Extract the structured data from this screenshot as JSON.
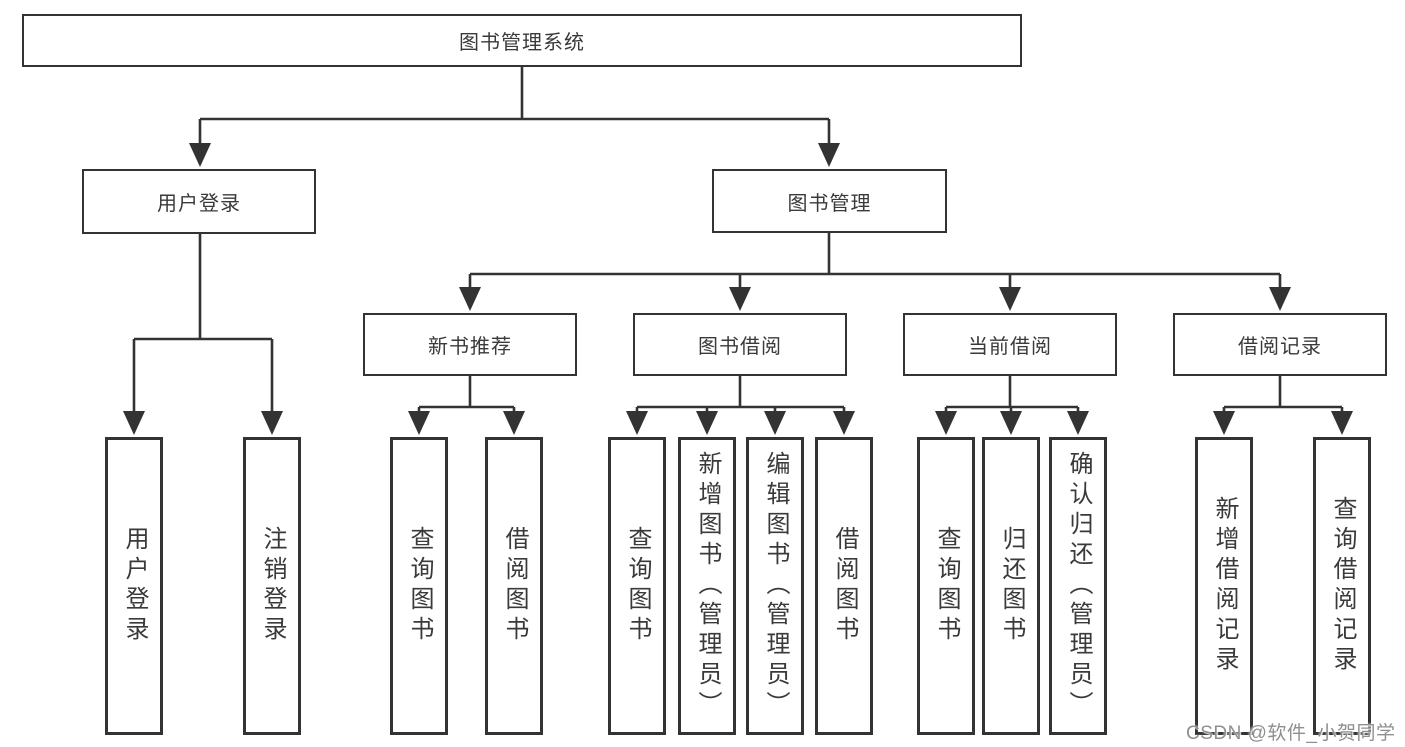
{
  "diagram": {
    "root": {
      "label": "图书管理系统"
    },
    "level2": [
      {
        "label": "用户登录"
      },
      {
        "label": "图书管理"
      }
    ],
    "level3": [
      {
        "label": "新书推荐"
      },
      {
        "label": "图书借阅"
      },
      {
        "label": "当前借阅"
      },
      {
        "label": "借阅记录"
      }
    ],
    "leaves": {
      "user_login": [
        "用户登录",
        "注销登录"
      ],
      "new_books": [
        "查询图书",
        "借阅图书"
      ],
      "book_borrow": [
        "查询图书",
        "新增图书（管理员）",
        "编辑图书（管理员）",
        "借阅图书"
      ],
      "current_borrow": [
        "查询图书",
        "归还图书",
        "确认归还（管理员）"
      ],
      "borrow_records": [
        "新增借阅记录",
        "查询借阅记录"
      ]
    }
  },
  "watermark": {
    "text": "CSDN @软件_小贺同学"
  },
  "colors": {
    "line": "#333333",
    "box_border": "#333333",
    "text": "#3a3a3a",
    "watermark": "#8f8f8f",
    "background": "#ffffff"
  }
}
